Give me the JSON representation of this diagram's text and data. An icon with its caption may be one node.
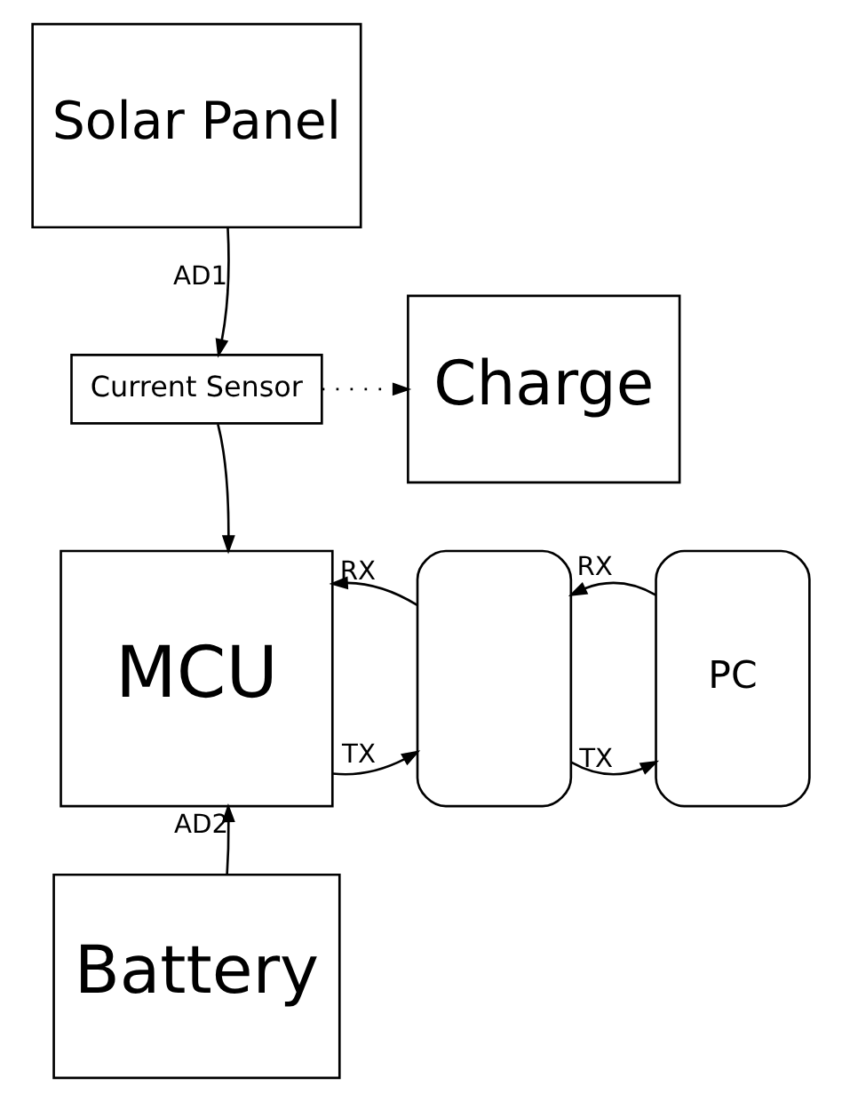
{
  "diagram": {
    "nodes": [
      {
        "text": [
          "Solar Panel"
        ]
      },
      {
        "text": [
          "Charge"
        ]
      },
      {
        "text": [
          "Current Sensor"
        ]
      },
      {
        "text": [
          "MCU"
        ]
      },
      {
        "text": [],
        "shape": "box"
      },
      {
        "text": [
          "PC"
        ]
      },
      {
        "text": [
          "Battery"
        ]
      }
    ],
    "edges": [
      {
        "from": 0,
        "to": 2,
        "arrow": "to",
        "label": "AD1"
      },
      {
        "from": 2,
        "to": 1,
        "arrow": "to",
        "style": "dashed"
      },
      {
        "from": 2,
        "to": 3,
        "arrow": "to"
      },
      {
        "from": 3,
        "to": 4,
        "arrow": "to",
        "label": "TX"
      },
      {
        "from": 4,
        "to": 3,
        "arrow": "to",
        "label": "RX"
      },
      {
        "from": 4,
        "to": 5,
        "arrow": "to",
        "label": "TX"
      },
      {
        "from": 5,
        "to": 4,
        "arrow": "to",
        "label": "RX"
      },
      {
        "from": 6,
        "to": 3,
        "arrow": "to",
        "label": "AD2"
      }
    ]
  }
}
